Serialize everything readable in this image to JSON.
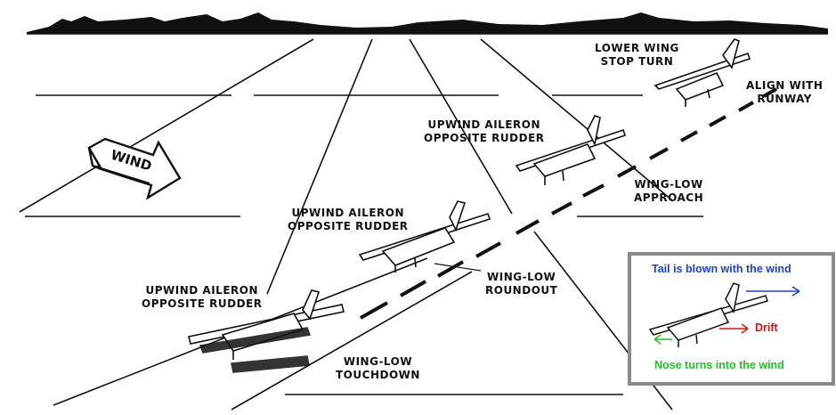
{
  "labels": {
    "wind": "WIND",
    "lower_wing": [
      "LOWER WING",
      "STOP TURN"
    ],
    "align": [
      "ALIGN WITH",
      "RUNWAY"
    ],
    "upwind_1": [
      "UPWIND AILERON",
      "OPPOSITE RUDDER"
    ],
    "wing_low_approach": [
      "WING-LOW",
      "APPROACH"
    ],
    "upwind_2": [
      "UPWIND AILERON",
      "OPPOSITE RUDDER"
    ],
    "wing_low_roundout": [
      "WING-LOW",
      "ROUNDOUT"
    ],
    "upwind_3": [
      "UPWIND AILERON",
      "OPPOSITE RUDDER"
    ],
    "wing_low_touchdown": [
      "WING-LOW",
      "TOUCHDOWN"
    ]
  },
  "inset": {
    "tail_text": "Tail is blown with the wind",
    "drift_text": "Drift",
    "nose_text": "Nose turns into the wind"
  },
  "colors": {
    "ink": "#111111",
    "inset_border": "#8a8a8a",
    "tail_arrow": "#1f3fd6",
    "drift_arrow": "#e01010",
    "nose_arrow": "#22c22a"
  }
}
